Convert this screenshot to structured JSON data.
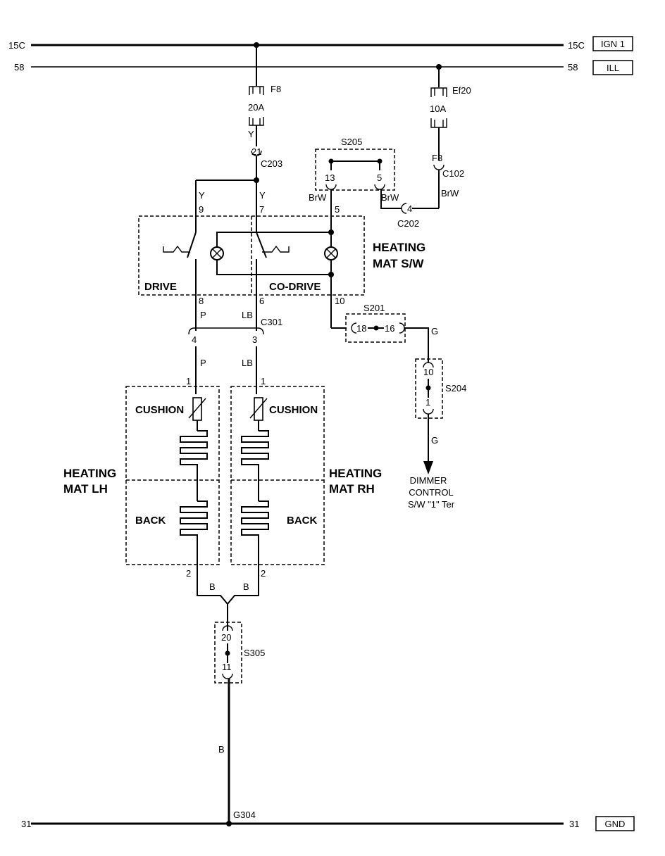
{
  "rails": {
    "top_left": "15C",
    "top_right": "15C",
    "top_tag": "IGN 1",
    "second_left": "58",
    "second_right": "58",
    "second_tag": "ILL",
    "bottom_left": "31",
    "bottom_right": "31",
    "bottom_tag": "GND"
  },
  "fuses": {
    "f8": {
      "name": "F8",
      "rating": "20A"
    },
    "ef20": {
      "name": "Ef20",
      "rating": "10A"
    }
  },
  "wires": {
    "y_fuse": "Y",
    "y_left": "Y",
    "y_right": "Y",
    "brw_left": "BrW",
    "brw_right": "BrW",
    "brw_fuse": "BrW",
    "p_upper": "P",
    "p_lower": "P",
    "lb_upper": "LB",
    "lb_lower": "LB",
    "g_upper": "G",
    "g_lower": "G",
    "b_left": "B",
    "b_right": "B",
    "b_main": "B"
  },
  "connectors": {
    "c203": "C203",
    "c203_pin": "21",
    "c102": "C102",
    "f3": "F3",
    "c202": "C202",
    "c202_pin": "4",
    "c301": "C301",
    "c301_pin_left": "4",
    "c301_pin_right": "3",
    "s205": "S205",
    "s205_pin_left": "13",
    "s205_pin_right": "5",
    "s201": "S201",
    "s201_pin_left": "18",
    "s201_pin_right": "16",
    "s204": "S204",
    "s204_pin_top": "10",
    "s204_pin_bottom": "1",
    "s305": "S305",
    "s305_pin_top": "20",
    "s305_pin_bottom": "11",
    "g304": "G304"
  },
  "switch": {
    "title_line1": "HEATING",
    "title_line2": "MAT S/W",
    "drive_label": "DRIVE",
    "codrive_label": "CO-DRIVE",
    "pin_9": "9",
    "pin_7": "7",
    "pin_5": "5",
    "pin_8": "8",
    "pin_6": "6",
    "pin_10": "10"
  },
  "mats": {
    "lh": {
      "title_line1": "HEATING",
      "title_line2": "MAT LH",
      "cushion": "CUSHION",
      "back": "BACK",
      "pin_top": "1",
      "pin_bottom": "2"
    },
    "rh": {
      "title_line1": "HEATING",
      "title_line2": "MAT RH",
      "cushion": "CUSHION",
      "back": "BACK",
      "pin_top": "1",
      "pin_bottom": "2"
    }
  },
  "dimmer": {
    "line1": "DIMMER",
    "line2": "CONTROL",
    "line3": "S/W \"1\" Ter"
  }
}
